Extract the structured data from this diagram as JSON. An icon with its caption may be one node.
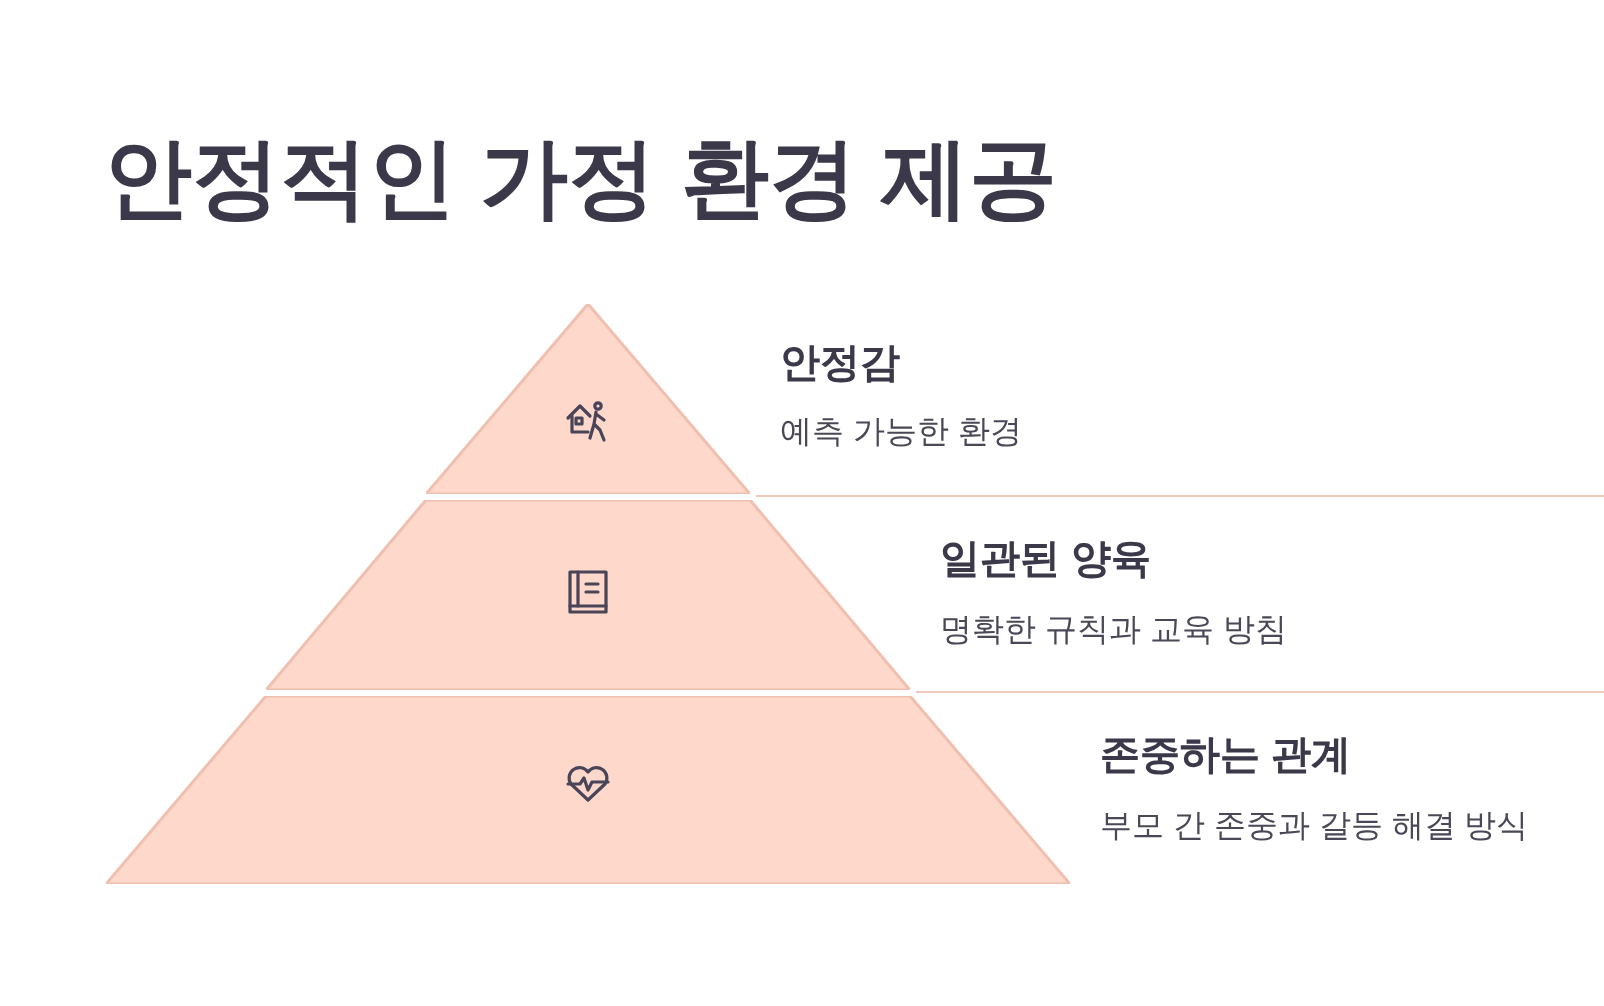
{
  "diagram": {
    "title": "안정적인 가정 환경 제공",
    "nodes": [
      {
        "text": [],
        "shape": "triangle"
      },
      {
        "text": [],
        "shape": "trapezoid"
      },
      {
        "text": [],
        "shape": "trapezoid"
      }
    ],
    "labels": [
      "안정감",
      "예측 가능한 환경",
      "일관된 양육",
      "명확한 규칙과 교육 방침",
      "존중하는 관계",
      "부모 간 존중과 갈등 해결 방식"
    ]
  }
}
